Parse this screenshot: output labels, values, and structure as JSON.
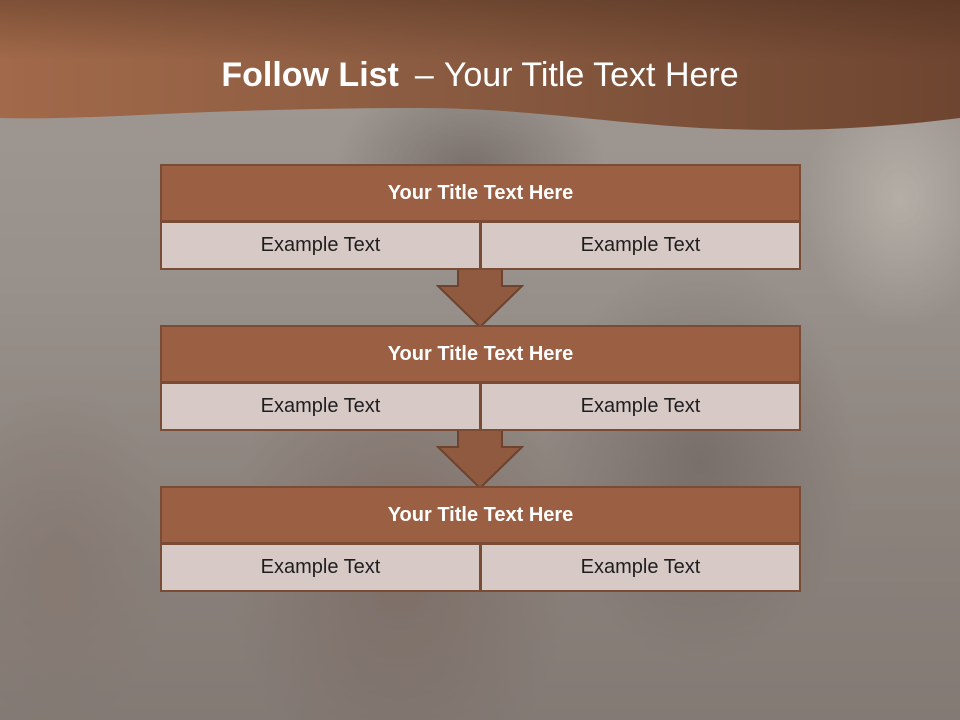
{
  "slide": {
    "title_bold": "Follow List",
    "title_dash": "–",
    "title_rest": "Your Title Text Here"
  },
  "steps": [
    {
      "title": "Your Title Text Here",
      "left": "Example Text",
      "right": "Example Text"
    },
    {
      "title": "Your Title Text Here",
      "left": "Example Text",
      "right": "Example Text"
    },
    {
      "title": "Your Title Text Here",
      "left": "Example Text",
      "right": "Example Text"
    }
  ],
  "colors": {
    "header_band": "#8a5a40",
    "box_title_fill": "#9b6043",
    "box_border": "#7a4c36",
    "cell_fill": "#d7c9c5",
    "arrow_fill": "#8f5a3f"
  }
}
